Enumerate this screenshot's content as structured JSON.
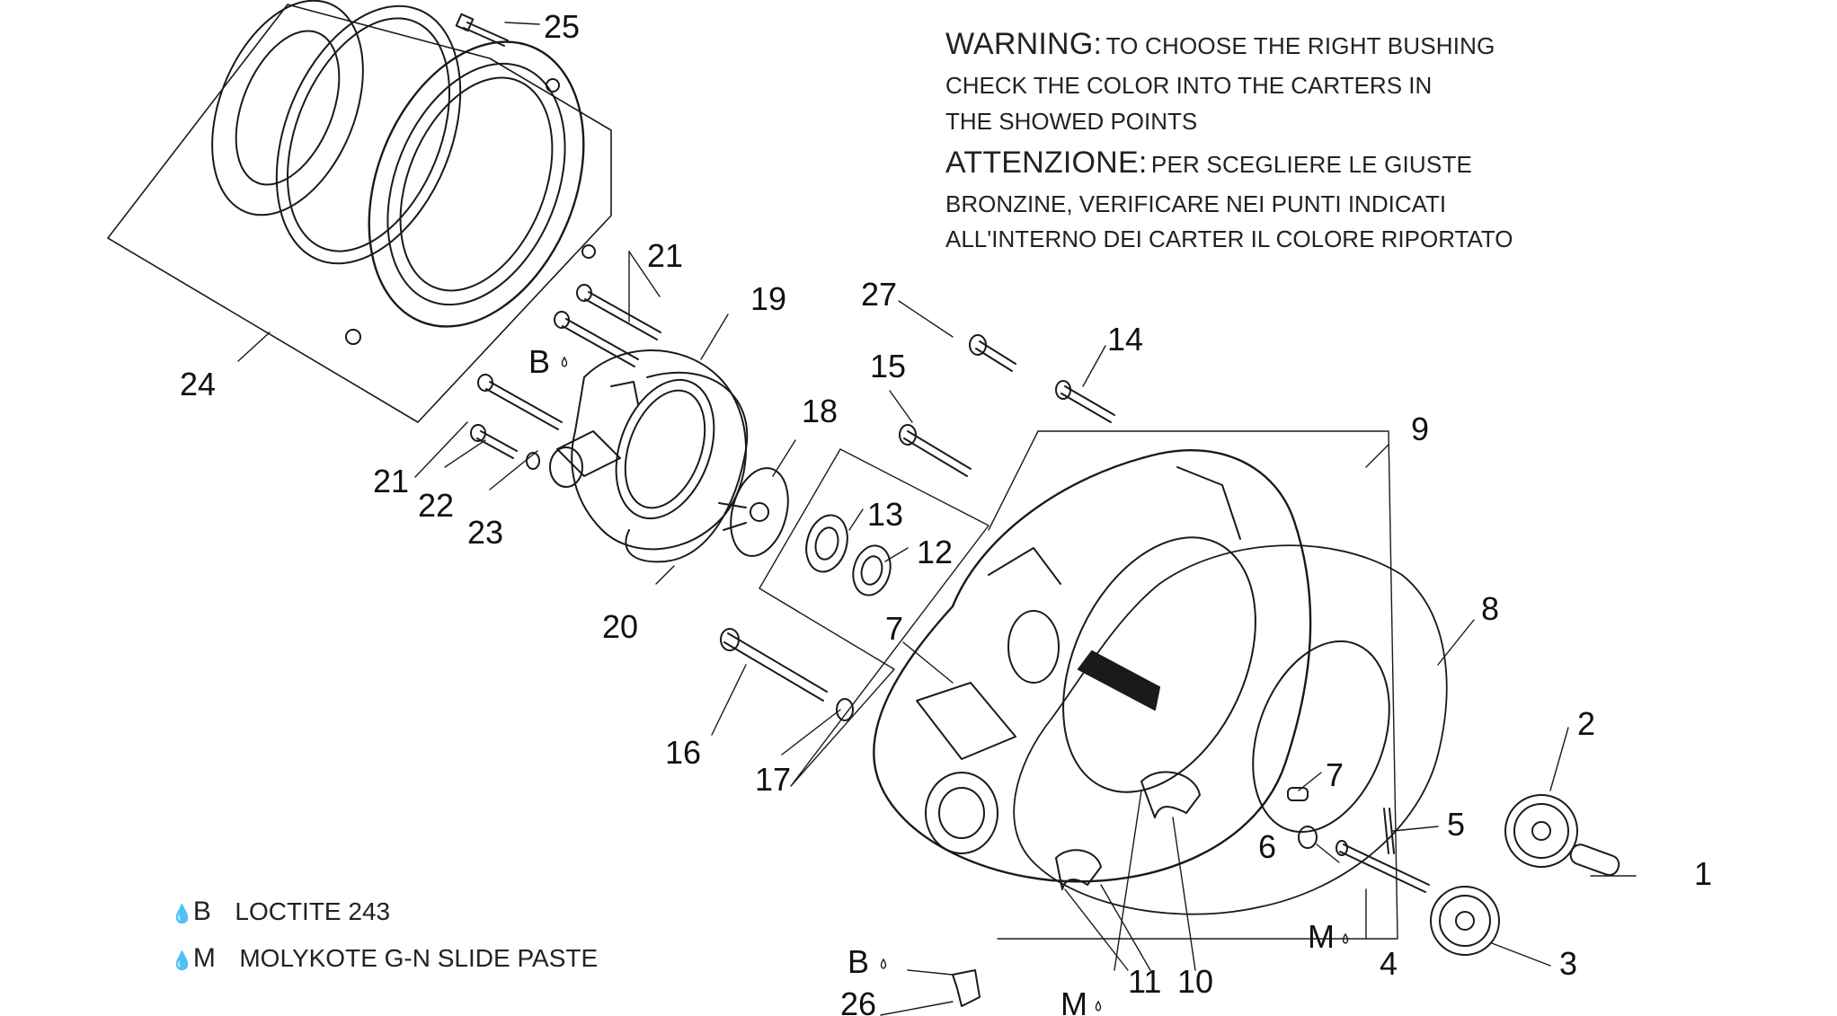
{
  "warning": {
    "heading_en": "WARNING:",
    "line1_en": "TO CHOOSE THE RIGHT BUSHING",
    "line2_en": "CHECK THE COLOR INTO THE CARTERS IN",
    "line3_en": "THE SHOWED POINTS",
    "heading_it": "ATTENZIONE:",
    "line1_it": "PER SCEGLIERE LE GIUSTE",
    "line2_it": "BRONZINE, VERIFICARE NEI PUNTI INDICATI",
    "line3_it": "ALL'INTERNO DEI CARTER IL COLORE RIPORTATO"
  },
  "legend": [
    {
      "symbol": "B",
      "text": "LOCTITE 243"
    },
    {
      "symbol": "M",
      "text": "MOLYKOTE G-N SLIDE PASTE"
    }
  ],
  "callouts": {
    "n1": "1",
    "n2": "2",
    "n3": "3",
    "n4": "4",
    "n5": "5",
    "n6": "6",
    "n7a": "7",
    "n7b": "7",
    "n8": "8",
    "n9": "9",
    "n10": "10",
    "n11": "11",
    "n12": "12",
    "n13": "13",
    "n14": "14",
    "n15": "15",
    "n16": "16",
    "n17": "17",
    "n18": "18",
    "n19": "19",
    "n20": "20",
    "n21a": "21",
    "n21b": "21",
    "n22": "22",
    "n23": "23",
    "n24": "24",
    "n25": "25",
    "n26": "26",
    "n27": "27",
    "b1": "B",
    "b2": "B",
    "m1": "M",
    "m2": "M"
  },
  "colors": {
    "line": "#1a1a1a",
    "background": "#ffffff"
  }
}
